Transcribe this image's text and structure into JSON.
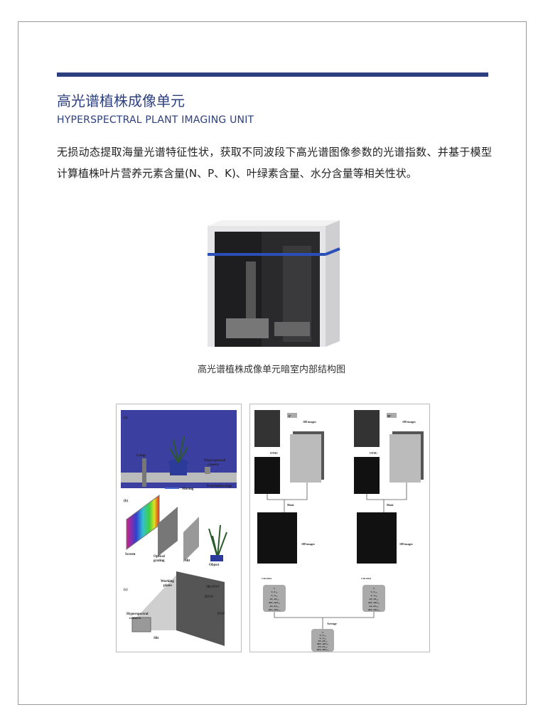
{
  "header": {
    "title": "高光谱植株成像单元",
    "subtitle": "HYPERSPECTRAL PLANT IMAGING UNIT",
    "accent": "#2c3f7f"
  },
  "description": "无损动态提取海量光谱特征性状，获取不同波段下高光谱图像参数的光谱指数、并基于模型计算植株叶片营养元素含量(N、P、K)、叶绿素含量、水分含量等相关性状。",
  "chamber_caption": "高光谱植株成像单元暗室内部结构图",
  "figure_left": {
    "a": {
      "label": "(a)",
      "lamp": "Lamp",
      "camera1": "Hyperspectral",
      "camera2": "camera",
      "moving": "Moving",
      "stage": "Translation stage"
    },
    "b": {
      "label": "(b)",
      "screen": "Screen",
      "grating1": "Optical",
      "grating2": "grating",
      "slit": "Slit",
      "object": "Object"
    },
    "c": {
      "label": "(c)",
      "plane1": "Working",
      "plane2": "plane",
      "slit_fov": "Slit FOV",
      "ifov": "IFOV",
      "fov": "FOV",
      "camera1": "Hyperspectral",
      "camera2": "camera",
      "slit": "Slit"
    }
  },
  "figure_right": {
    "angle_left": "0°",
    "angle_right": "90°",
    "images": "188 images",
    "otsu": "OTSU",
    "mask": "Mask",
    "calculate": "Calculate",
    "average": "Average",
    "params": [
      "S",
      "T₁-T₁₈₈",
      "A₁-A₁₈₈",
      "dT₁-dT₁₈₈",
      "ddT₁-ddT₁₈₈",
      "dA₁-dA₁₈₈",
      "ddA₁-ddA₁₈₈"
    ]
  }
}
